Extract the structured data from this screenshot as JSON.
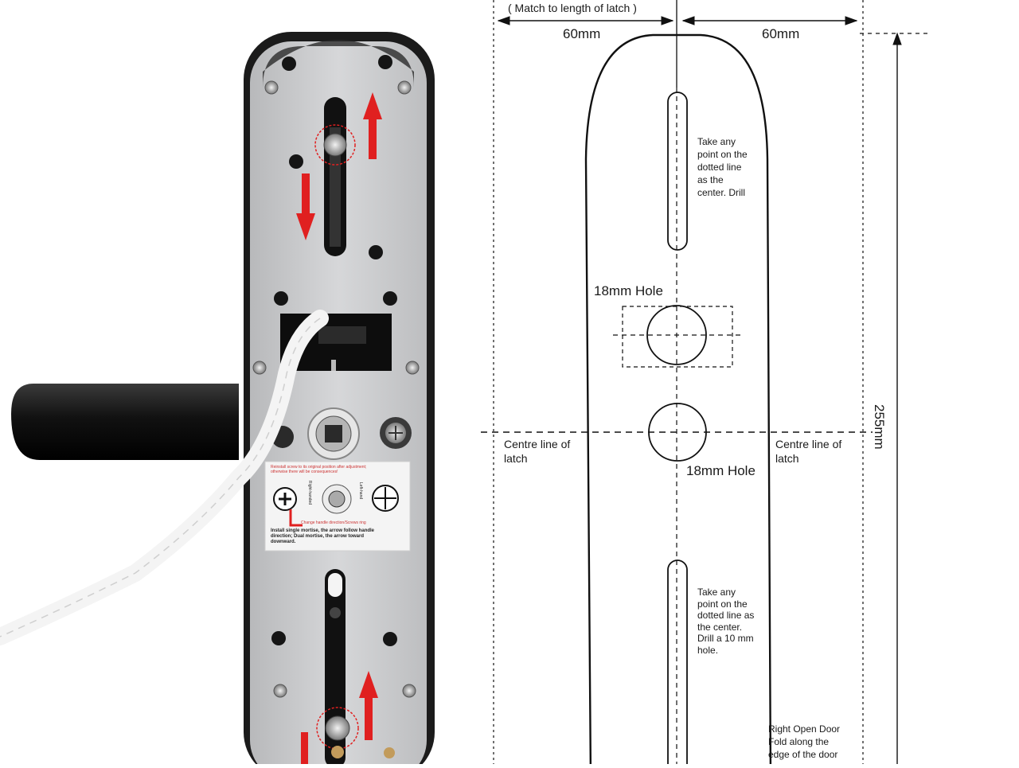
{
  "template": {
    "match_note": "( Match to length of latch )",
    "left_width": "60mm",
    "right_width": "60mm",
    "height": "255mm",
    "hole_top": "18mm Hole",
    "hole_bottom": "18mm Hole",
    "centre_line_left": [
      "Centre line of",
      "latch"
    ],
    "centre_line_right": [
      "Centre line of",
      "latch"
    ],
    "top_slot_note": [
      "Take any",
      "point on the",
      "dotted line",
      "as the",
      "center. Drill"
    ],
    "bottom_slot_note": [
      "Take any",
      "point on the",
      "dotted line as",
      "the center.",
      "Drill a 10 mm",
      "hole."
    ],
    "fold_note": [
      "Right Open Door",
      "Fold along the",
      "edge of  the door"
    ]
  },
  "lock": {
    "sticker_text": {
      "line1": "Reinstall screw to its original position after adjustment;",
      "line2": "otherwise there will be consequences!",
      "side_left": "Right-handed",
      "side_right": "Left-hand",
      "change": "Change handle direction/Screws ring",
      "install": "Install single mortise, the arrow follow handle",
      "install2": "direction; Dual mortise, the arrow toward",
      "install3": "downward."
    }
  },
  "colors": {
    "plate": "#c9cacc",
    "frame": "#1b1b1b",
    "arrow": "#e02020",
    "line": "#111111"
  }
}
